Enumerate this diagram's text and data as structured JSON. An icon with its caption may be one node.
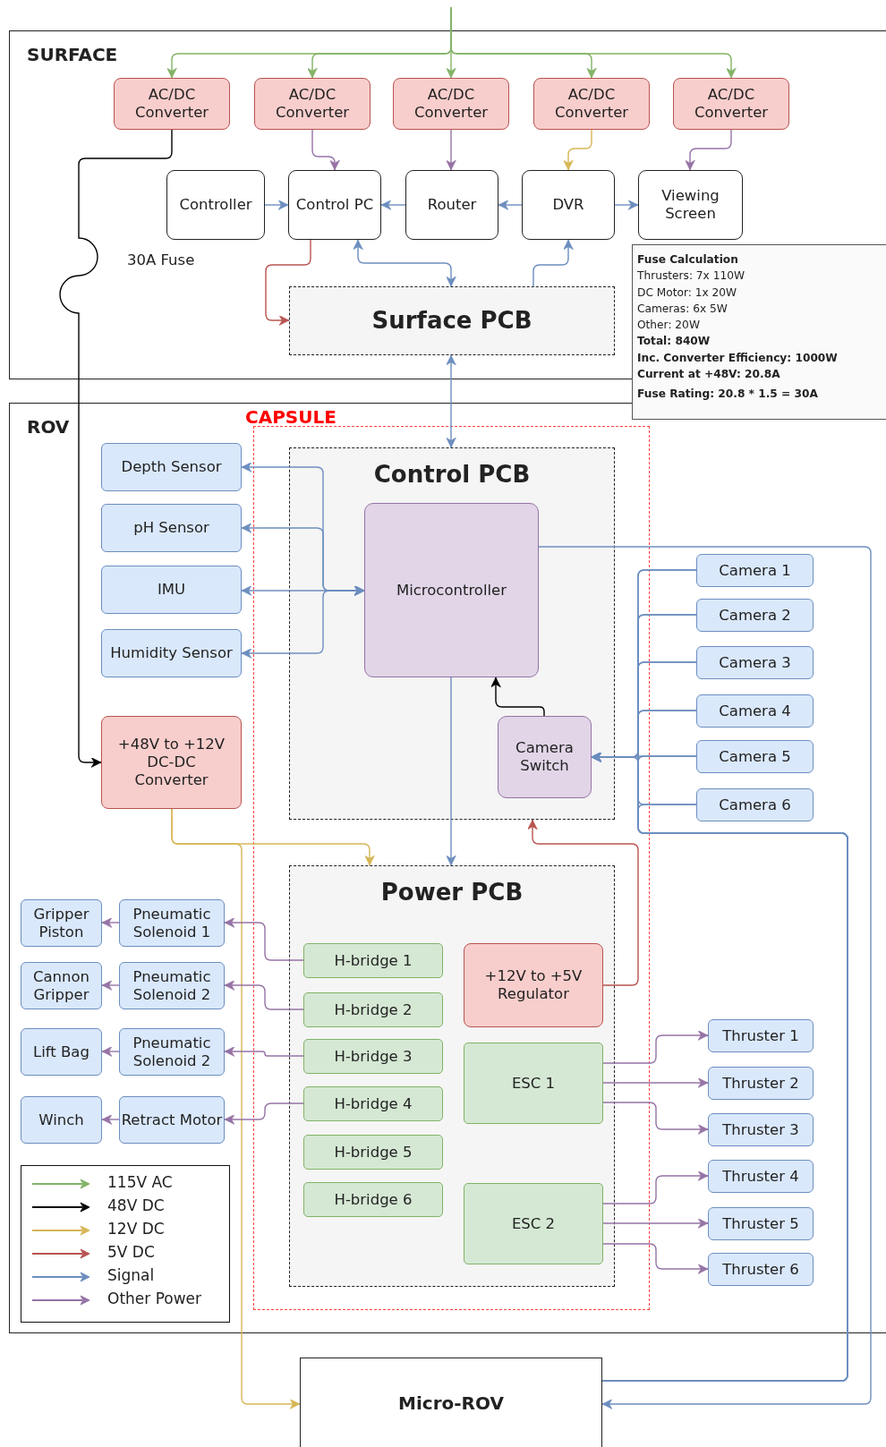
{
  "diagram": {
    "nodes": [
      {
        "text": [
          "SURFACE"
        ]
      },
      {
        "text": [
          "AC/DC Converter"
        ],
        "in": 0
      },
      {
        "text": [
          "AC/DC Converter"
        ],
        "in": 0
      },
      {
        "text": [
          "AC/DC Converter"
        ],
        "in": 0
      },
      {
        "text": [
          "AC/DC Converter"
        ],
        "in": 0
      },
      {
        "text": [
          "AC/DC Converter"
        ],
        "in": 0
      },
      {
        "text": [
          "Controller"
        ],
        "in": 0
      },
      {
        "text": [
          "Control PC"
        ],
        "in": 0
      },
      {
        "text": [
          "Router"
        ],
        "in": 0
      },
      {
        "text": [
          "DVR"
        ],
        "in": 0
      },
      {
        "text": [
          "Viewing Screen"
        ],
        "in": 0
      },
      {
        "text": [
          "Surface PCB"
        ],
        "in": 0
      },
      {
        "text": [
          "Fuse Calculation",
          "Thrusters: 7x 110W",
          "DC Motor: 1x 20W",
          "Cameras: 6x 5W",
          "Other: 20W",
          "Total: 840W",
          "Inc. Converter Efficiency: 1000W",
          "Current at +48V: 20.8A",
          "Fuse Rating: 20.8 * 1.5 = 30A"
        ]
      },
      {
        "text": [
          "ROV"
        ]
      },
      {
        "text": [
          "CAPSULE"
        ],
        "in": 13
      },
      {
        "text": [
          "Control PCB"
        ],
        "in": 14
      },
      {
        "text": [
          "Microcontroller"
        ],
        "in": 15
      },
      {
        "text": [
          "Camera Switch"
        ],
        "in": 15
      },
      {
        "text": [
          "Depth Sensor"
        ],
        "in": 13
      },
      {
        "text": [
          "pH Sensor"
        ],
        "in": 13
      },
      {
        "text": [
          "IMU"
        ],
        "in": 13
      },
      {
        "text": [
          "Humidity Sensor"
        ],
        "in": 13
      },
      {
        "text": [
          "+48V to +12V DC-DC Converter"
        ],
        "in": 13
      },
      {
        "text": [
          "Camera 1"
        ],
        "in": 13
      },
      {
        "text": [
          "Camera 2"
        ],
        "in": 13
      },
      {
        "text": [
          "Camera 3"
        ],
        "in": 13
      },
      {
        "text": [
          "Camera 4"
        ],
        "in": 13
      },
      {
        "text": [
          "Camera 5"
        ],
        "in": 13
      },
      {
        "text": [
          "Camera 6"
        ],
        "in": 13
      },
      {
        "text": [
          "Power PCB"
        ],
        "in": 14
      },
      {
        "text": [
          "H-bridge 1"
        ],
        "in": 29
      },
      {
        "text": [
          "H-bridge 2"
        ],
        "in": 29
      },
      {
        "text": [
          "H-bridge 3"
        ],
        "in": 29
      },
      {
        "text": [
          "H-bridge 4"
        ],
        "in": 29
      },
      {
        "text": [
          "H-bridge 5"
        ],
        "in": 29
      },
      {
        "text": [
          "H-bridge 6"
        ],
        "in": 29
      },
      {
        "text": [
          "+12V to +5V Regulator"
        ],
        "in": 29
      },
      {
        "text": [
          "ESC 1"
        ],
        "in": 29
      },
      {
        "text": [
          "ESC 2"
        ],
        "in": 29
      },
      {
        "text": [
          "Thruster 1"
        ],
        "in": 13
      },
      {
        "text": [
          "Thruster 2"
        ],
        "in": 13
      },
      {
        "text": [
          "Thruster 3"
        ],
        "in": 13
      },
      {
        "text": [
          "Thruster 4"
        ],
        "in": 13
      },
      {
        "text": [
          "Thruster 5"
        ],
        "in": 13
      },
      {
        "text": [
          "Thruster 6"
        ],
        "in": 13
      },
      {
        "text": [
          "Pneumatic Solenoid 1"
        ],
        "in": 13
      },
      {
        "text": [
          "Pneumatic Solenoid 2"
        ],
        "in": 13
      },
      {
        "text": [
          "Pneumatic Solenoid 2"
        ],
        "in": 13
      },
      {
        "text": [
          "Retract Motor"
        ],
        "in": 13
      },
      {
        "text": [
          "Gripper Piston"
        ],
        "in": 13
      },
      {
        "text": [
          "Cannon Gripper"
        ],
        "in": 13
      },
      {
        "text": [
          "Lift Bag"
        ],
        "in": 13
      },
      {
        "text": [
          "Winch"
        ],
        "in": 13
      },
      {
        "text": [
          "Micro-ROV"
        ]
      }
    ],
    "edges": [
      {
        "from": null,
        "to": 1,
        "arrow": "to",
        "color": "#82b366"
      },
      {
        "from": null,
        "to": 2,
        "arrow": "to",
        "color": "#82b366"
      },
      {
        "from": null,
        "to": 3,
        "arrow": "to",
        "color": "#82b366"
      },
      {
        "from": null,
        "to": 4,
        "arrow": "to",
        "color": "#82b366"
      },
      {
        "from": null,
        "to": 5,
        "arrow": "to",
        "color": "#82b366"
      },
      {
        "from": 1,
        "to": 22,
        "arrow": "to",
        "color": "#000000"
      },
      {
        "from": 2,
        "to": 7,
        "arrow": "to",
        "color": "#9673a6"
      },
      {
        "from": 3,
        "to": 8,
        "arrow": "to",
        "color": "#9673a6"
      },
      {
        "from": 4,
        "to": 9,
        "arrow": "to",
        "color": "#d6b656"
      },
      {
        "from": 5,
        "to": 10,
        "arrow": "to",
        "color": "#9673a6"
      },
      {
        "from": 6,
        "to": 7,
        "arrow": "to"
      },
      {
        "from": 8,
        "to": 7,
        "arrow": "to"
      },
      {
        "from": 9,
        "to": 8,
        "arrow": "to"
      },
      {
        "from": 9,
        "to": 10,
        "arrow": "to"
      },
      {
        "from": 7,
        "to": 11,
        "arrow": "both"
      },
      {
        "from": 7,
        "to": 11,
        "arrow": "to",
        "color": "#b85450"
      },
      {
        "from": 11,
        "to": 9,
        "arrow": "to"
      },
      {
        "from": 11,
        "to": 15,
        "arrow": "both"
      },
      {
        "from": 16,
        "to": 18,
        "arrow": "both"
      },
      {
        "from": 16,
        "to": 19,
        "arrow": "both"
      },
      {
        "from": 16,
        "to": 20,
        "arrow": "both"
      },
      {
        "from": 16,
        "to": 21,
        "arrow": "both"
      },
      {
        "from": 16,
        "to": 53,
        "arrow": "to"
      },
      {
        "from": 23,
        "to": 17,
        "arrow": "to"
      },
      {
        "from": 24,
        "to": 17,
        "arrow": "to"
      },
      {
        "from": 25,
        "to": 17,
        "arrow": "to"
      },
      {
        "from": 26,
        "to": 17,
        "arrow": "to"
      },
      {
        "from": 27,
        "to": 17,
        "arrow": "to"
      },
      {
        "from": 28,
        "to": 17,
        "arrow": "to"
      },
      {
        "from": 23,
        "to": 53,
        "arrow": "none"
      },
      {
        "from": 24,
        "to": 53,
        "arrow": "none"
      },
      {
        "from": 25,
        "to": 53,
        "arrow": "none"
      },
      {
        "from": 26,
        "to": 53,
        "arrow": "none"
      },
      {
        "from": 27,
        "to": 53,
        "arrow": "none"
      },
      {
        "from": 28,
        "to": 53,
        "arrow": "none"
      },
      {
        "from": 17,
        "to": 16,
        "arrow": "to",
        "color": "#000000"
      },
      {
        "from": 16,
        "to": 29,
        "arrow": "to"
      },
      {
        "from": 22,
        "to": 29,
        "arrow": "to",
        "color": "#d6b656"
      },
      {
        "from": 22,
        "to": 53,
        "arrow": "to",
        "color": "#d6b656"
      },
      {
        "from": 36,
        "to": 15,
        "arrow": "to",
        "color": "#b85450"
      },
      {
        "from": 30,
        "to": 45,
        "arrow": "to",
        "color": "#9673a6"
      },
      {
        "from": 31,
        "to": 46,
        "arrow": "to",
        "color": "#9673a6"
      },
      {
        "from": 32,
        "to": 47,
        "arrow": "to",
        "color": "#9673a6"
      },
      {
        "from": 33,
        "to": 48,
        "arrow": "to",
        "color": "#9673a6"
      },
      {
        "from": 45,
        "to": 49,
        "arrow": "to",
        "color": "#9673a6"
      },
      {
        "from": 46,
        "to": 50,
        "arrow": "to",
        "color": "#9673a6"
      },
      {
        "from": 47,
        "to": 51,
        "arrow": "to",
        "color": "#9673a6"
      },
      {
        "from": 48,
        "to": 52,
        "arrow": "to",
        "color": "#9673a6"
      },
      {
        "from": 37,
        "to": 39,
        "arrow": "to",
        "color": "#9673a6"
      },
      {
        "from": 37,
        "to": 40,
        "arrow": "to",
        "color": "#9673a6"
      },
      {
        "from": 37,
        "to": 41,
        "arrow": "to",
        "color": "#9673a6"
      },
      {
        "from": 38,
        "to": 42,
        "arrow": "to",
        "color": "#9673a6"
      },
      {
        "from": 38,
        "to": 43,
        "arrow": "to",
        "color": "#9673a6"
      },
      {
        "from": 38,
        "to": 44,
        "arrow": "to",
        "color": "#9673a6"
      }
    ],
    "labels": [
      "30A Fuse"
    ],
    "legend": [
      {
        "text": "115V AC",
        "color": "#82b366"
      },
      {
        "text": "48V DC",
        "color": "#000000"
      },
      {
        "text": "12V DC",
        "color": "#d6b656"
      },
      {
        "text": "5V DC",
        "color": "#b85450"
      },
      {
        "text": "Signal",
        "color": "#6c8ebf"
      },
      {
        "text": "Other Power",
        "color": "#9673a6"
      }
    ]
  }
}
